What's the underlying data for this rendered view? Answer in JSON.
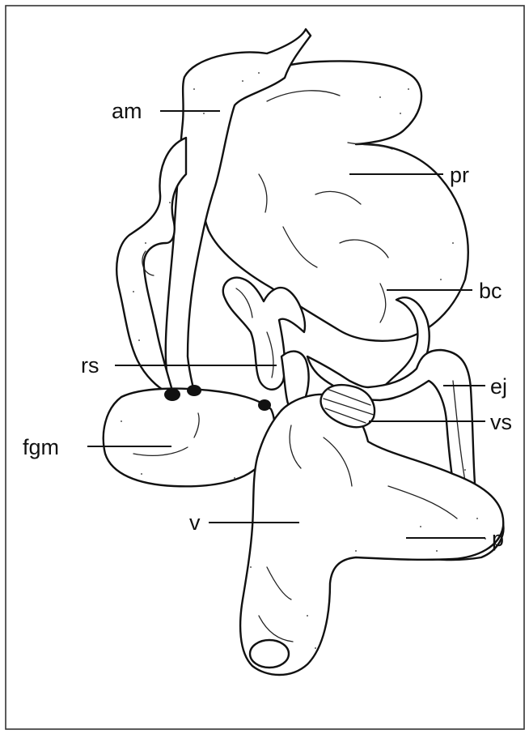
{
  "figure": {
    "border_color": "#333333",
    "ink_color": "#111111",
    "labels": {
      "am": "am",
      "pr": "pr",
      "bc": "bc",
      "rs": "rs",
      "ej": "ej",
      "vs": "vs",
      "fgm": "fgm",
      "v": "v",
      "p": "p"
    }
  }
}
